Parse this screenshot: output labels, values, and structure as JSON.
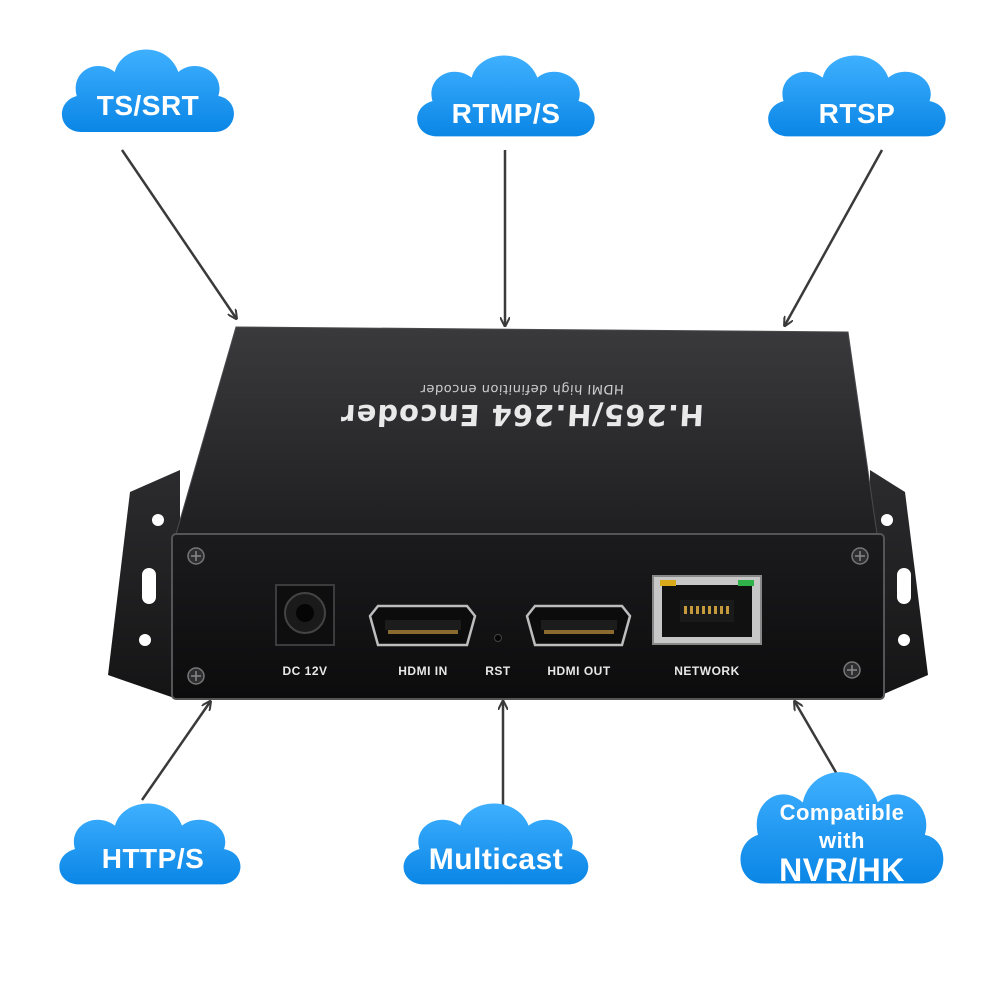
{
  "clouds": {
    "ts_srt": "TS/SRT",
    "rtmp_s": "RTMP/S",
    "rtsp": "RTSP",
    "http_s": "HTTP/S",
    "multicast": "Multicast",
    "compatible_line1": "Compatible",
    "compatible_line2": "with",
    "compatible_line3": "NVR/HK"
  },
  "device": {
    "title": "H.265/H.264 Encoder",
    "subtitle": "HDMI high definition encoder",
    "ports": {
      "dc": "DC 12V",
      "hdmi_in": "HDMI IN",
      "rst": "RST",
      "hdmi_out": "HDMI OUT",
      "network": "NETWORK"
    }
  },
  "colors": {
    "cloud": "#0f95f2",
    "cloud_highlight": "#3fb0ff",
    "arrow": "#3a3a3a",
    "device_body": "#2a2a2c",
    "device_face": "#111113"
  }
}
